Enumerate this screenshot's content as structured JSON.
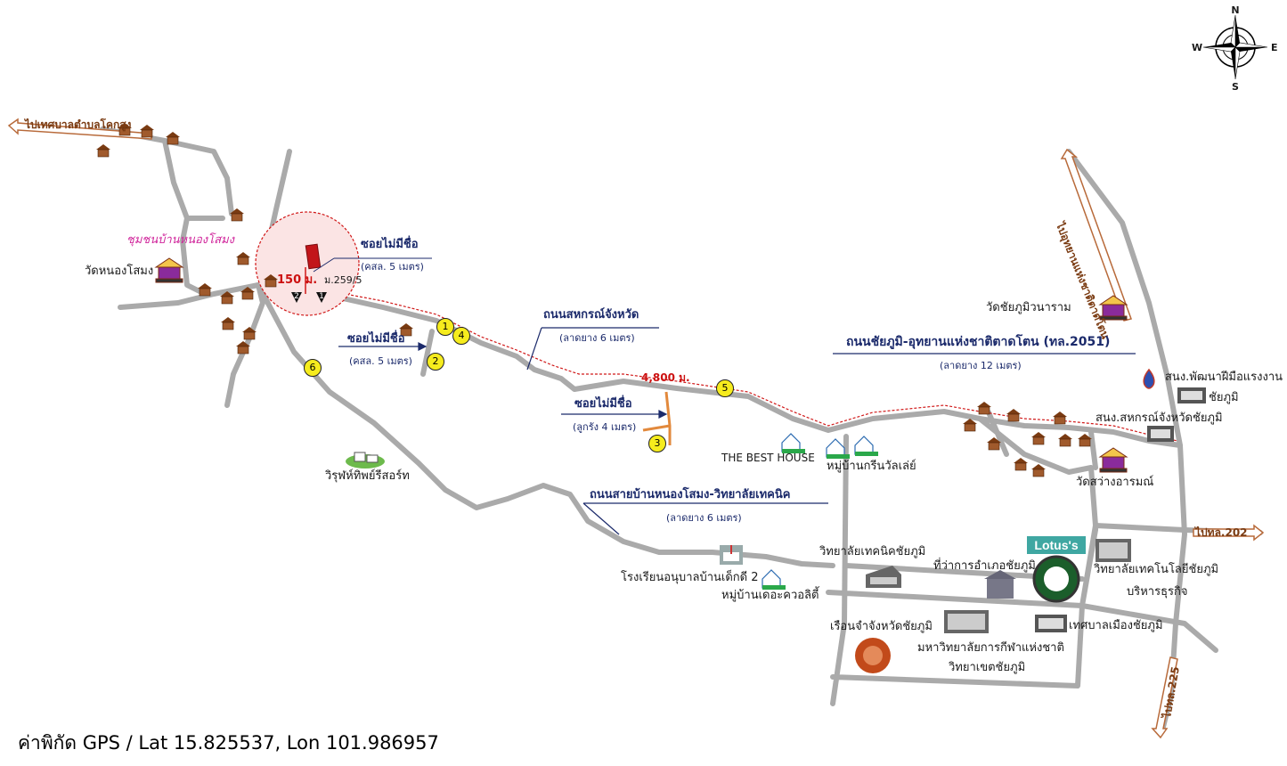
{
  "compass": {
    "n": "N",
    "s": "S",
    "e": "E",
    "w": "W"
  },
  "directions": {
    "nw_road": "ไปเทศบาลตำบลโคกสูง",
    "ne_road": "ไปอุทยานแห่งชาติตาดโตน",
    "east_road": "ไปทล.202",
    "south_road": "ไปทล.225"
  },
  "labels": {
    "community": "ชุมชนบ้านหนองโสมง",
    "wat_nongsamong": "วัดหนองโสมง",
    "soi_1": "ซอยไม่มีชื่อ",
    "soi_1_sub": "(คสล. 5 เมตร)",
    "dist_150": "150 ม.",
    "house_no": "ม.259/5",
    "soi_2": "ซอยไม่มีชื่อ",
    "soi_2_sub": "(คสล. 5 เมตร)",
    "road_sahakorn": "ถนนสหกรณ์จังหวัด",
    "road_sahakorn_sub": "(ลาดยาง 6 เมตร)",
    "dist_4800": "4,800 ม.",
    "soi_3": "ซอยไม่มีชื่อ",
    "soi_3_sub": "(ลูกรัง 4 เมตร)",
    "wat_chaiyaphum": "วัดชัยภูมิวนาราม",
    "road_2051": "ถนนชัยภูมิ-อุทยานแห่งชาติตาดโตน (ทล.2051)",
    "road_2051_sub": "(ลาดยาง 12 เมตร)",
    "skill_dev": "สนง.พัฒนาฝีมือแรงงาน",
    "skill_dev_2": "ชัยภูมิ",
    "coop_office": "สนง.สหกรณ์จังหวัดชัยภูมิ",
    "best_house": "THE BEST HOUSE",
    "green_valley": "หมู่บ้านกรีนวัลเล่ย์",
    "wat_sawang": "วัดสว่างอารมณ์",
    "resort": "วิรุฬห์ทิพย์รีสอร์ท",
    "road_tech": "ถนนสายบ้านหนองโสมง-วิทยาลัยเทคนิค",
    "road_tech_sub": "(ลาดยาง 6 เมตร)",
    "lotus": "Lotus's",
    "tech_college": "วิทยาลัยเทคนิคชัยภูมิ",
    "district_office": "ที่ว่าการอำเภอชัยภูมิ",
    "tech_business": "วิทยาลัยเทคโนโลยีชัยภูมิ",
    "tech_business_2": "บริหารธุรกิจ",
    "kindergarten": "โรงเรียนอนุบาลบ้านเด็กดี 2",
    "quality_village": "หมู่บ้านเดอะควอลิตี้",
    "prison": "เรือนจำจังหวัดชัยภูมิ",
    "sports_univ": "มหาวิทยาลัยการกีฬาแห่งชาติ",
    "sports_univ_2": "วิทยาเขตชัยภูมิ",
    "municipality": "เทศบาลเมืองชัยภูมิ"
  },
  "markers": [
    "1",
    "2",
    "3",
    "4",
    "5",
    "6"
  ],
  "pins": [
    "1",
    "2"
  ],
  "gps": "ค่าพิกัด GPS / Lat 15.825537, Lon 101.986957",
  "colors": {
    "road": "#aaaaaa",
    "route": "#d01818",
    "arrow": "#b86a3a",
    "marker": "#f6ec1d",
    "lotus": "#3fa7a2"
  }
}
